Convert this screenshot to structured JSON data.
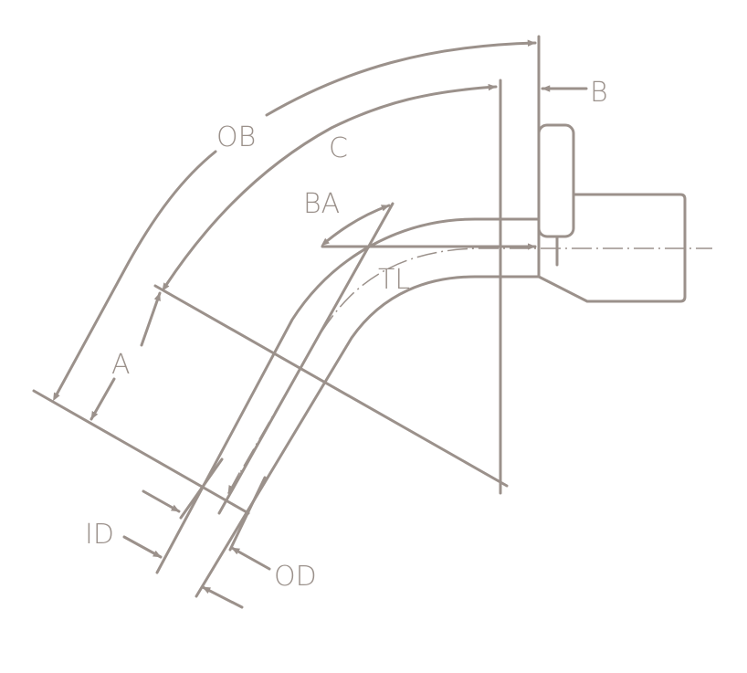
{
  "diagram": {
    "labels": {
      "ob": "OB",
      "c": "C",
      "b": "B",
      "ba": "BA",
      "tl": "TL",
      "a": "A",
      "id": "ID",
      "od": "OD"
    },
    "line_color": "#9b918b"
  }
}
